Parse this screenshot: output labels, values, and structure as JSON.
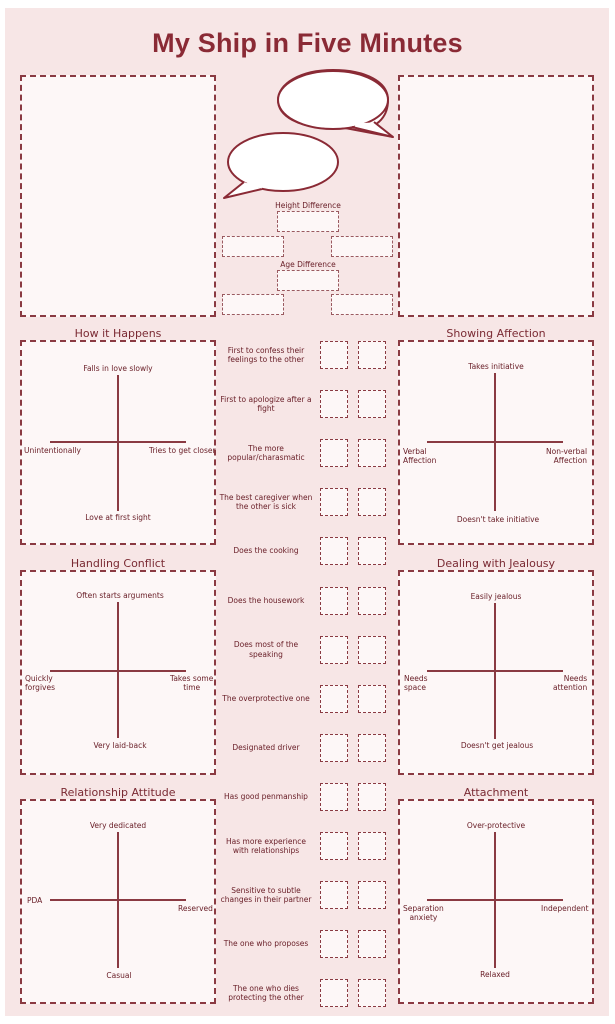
{
  "title": "My Ship in Five Minutes",
  "middle": {
    "height_label": "Height Difference",
    "age_label": "Age Difference"
  },
  "quadrants": {
    "how_it_happens": {
      "title": "How it Happens",
      "top": "Falls in love slowly",
      "bottom": "Love at first sight",
      "left": "Unintentionally",
      "right": "Tries to get closer"
    },
    "showing_affection": {
      "title": "Showing Affection",
      "top": "Takes initiative",
      "bottom": "Doesn't take initiative",
      "left": "Verbal\nAffection",
      "right": "Non-verbal\nAffection"
    },
    "handling_conflict": {
      "title": "Handling Conflict",
      "top": "Often starts arguments",
      "bottom": "Very laid-back",
      "left": "Quickly\nforgives",
      "right": "Takes some\ntime"
    },
    "dealing_with_jealousy": {
      "title": "Dealing with Jealousy",
      "top": "Easily jealous",
      "bottom": "Doesn't get jealous",
      "left": "Needs\nspace",
      "right": "Needs\nattention"
    },
    "relationship_attitude": {
      "title": "Relationship Attitude",
      "top": "Very dedicated",
      "bottom": "Casual",
      "left": "PDA",
      "right": "Reserved"
    },
    "attachment": {
      "title": "Attachment",
      "top": "Over-protective",
      "bottom": "Relaxed",
      "left": "Separation\nanxiety",
      "right": "Independent"
    }
  },
  "questions": [
    "First to confess their feelings to the other",
    "First to apologize after a fight",
    "The more popular/charasmatic",
    "The best caregiver when the other is sick",
    "Does the cooking",
    "Does the housework",
    "Does most of the speaking",
    "The overprotective one",
    "Designated driver",
    "Has good penmanship",
    "Has more experience with relationships",
    "Sensitive to subtle changes in their partner",
    "The one who proposes",
    "The one who dies protecting the other"
  ]
}
